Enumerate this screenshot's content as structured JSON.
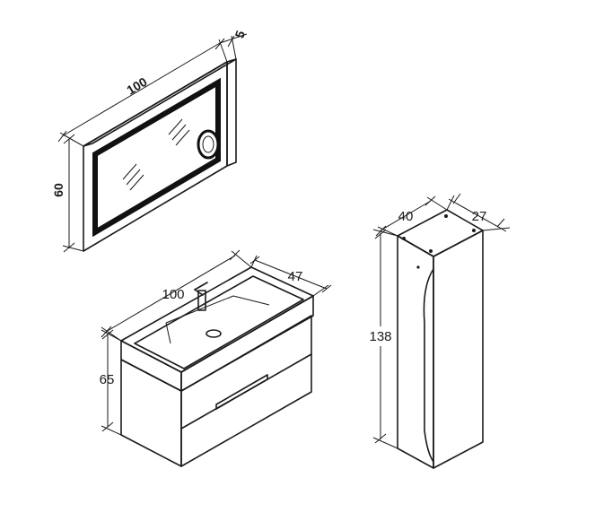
{
  "mirror": {
    "width_label": "100",
    "height_label": "60",
    "depth_label": "5"
  },
  "vanity": {
    "width_label": "100",
    "depth_label": "47",
    "height_label": "65"
  },
  "column": {
    "width_label": "40",
    "depth_label": "27",
    "height_label": "138"
  }
}
